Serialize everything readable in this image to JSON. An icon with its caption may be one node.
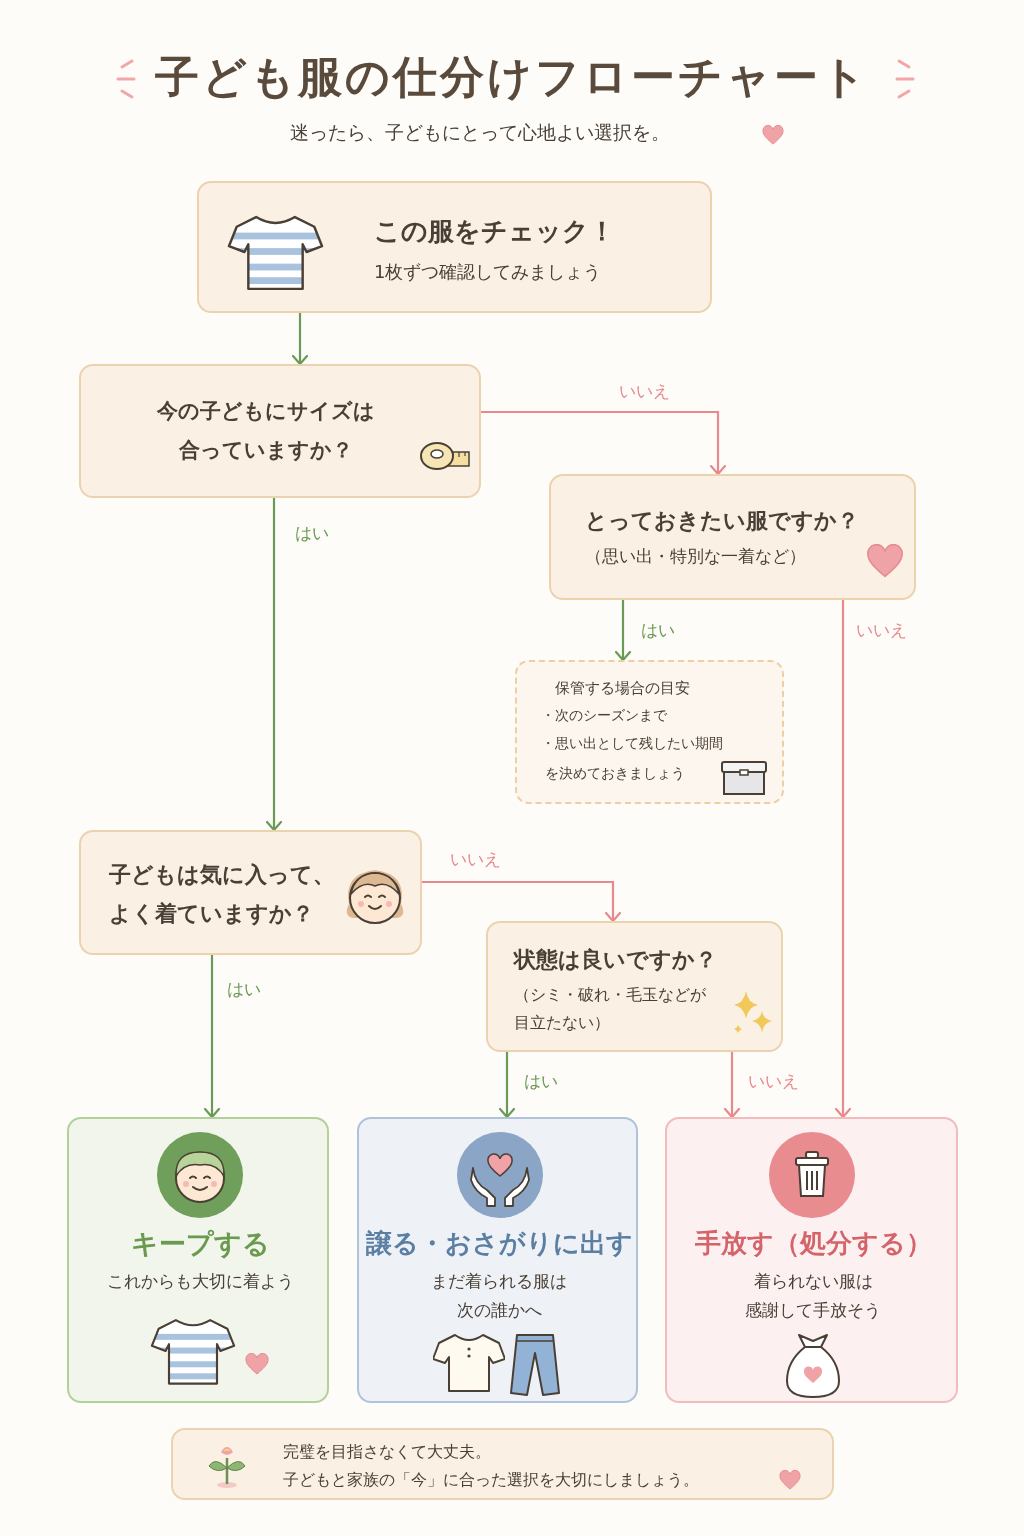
{
  "diagram": {
    "title": "子ども服の仕分けフローチャート",
    "nodes": [
      {
        "text": [
          "この服をチェック！",
          "1枚ずつ確認してみましょう"
        ]
      },
      {
        "text": [
          "今の子どもにサイズは合っていますか？"
        ]
      },
      {
        "text": [
          "とっておきたい服ですか？",
          "（思い出・特別な一着など）"
        ]
      },
      {
        "text": [
          "保管する場合の目安",
          "・次のシーズンまで",
          "・思い出として残したい期間",
          "を決めておきましょう"
        ]
      },
      {
        "text": [
          "子どもは気に入って、よく着ていますか？"
        ]
      },
      {
        "text": [
          "状態は良いですか？",
          "（シミ・破れ・毛玉などが目立たない）"
        ]
      },
      {
        "text": [
          "キープする",
          "これからも大切に着よう"
        ]
      },
      {
        "text": [
          "譲る・おさがりに出す",
          "まだ着られる服は次の誰かへ"
        ]
      },
      {
        "text": [
          "手放す（処分する）",
          "着られない服は感謝して手放そう"
        ]
      },
      {
        "text": [
          "完璧を目指さなくて大丈夫。",
          "子どもと家族の「今」に合った選択を大切にしましょう。"
        ]
      }
    ],
    "edges": [
      {
        "from": 0,
        "to": 1,
        "arrow": "to"
      },
      {
        "from": 1,
        "to": 2,
        "arrow": "to",
        "label": "いいえ",
        "color": "#e8898e"
      },
      {
        "from": 1,
        "to": 4,
        "arrow": "to",
        "label": "はい"
      },
      {
        "from": 2,
        "to": 3,
        "arrow": "to",
        "label": "はい"
      },
      {
        "from": 2,
        "to": 8,
        "arrow": "to",
        "label": "いいえ",
        "color": "#e8898e"
      },
      {
        "from": 4,
        "to": 6,
        "arrow": "to",
        "label": "はい"
      },
      {
        "from": 4,
        "to": 5,
        "arrow": "to",
        "label": "いいえ",
        "color": "#e8898e"
      },
      {
        "from": 5,
        "to": 7,
        "arrow": "to",
        "label": "はい"
      },
      {
        "from": 5,
        "to": 8,
        "arrow": "to",
        "label": "いいえ",
        "color": "#e8898e"
      }
    ],
    "labels": [
      "迷ったら、子どもにとって心地よい選択を。"
    ]
  }
}
